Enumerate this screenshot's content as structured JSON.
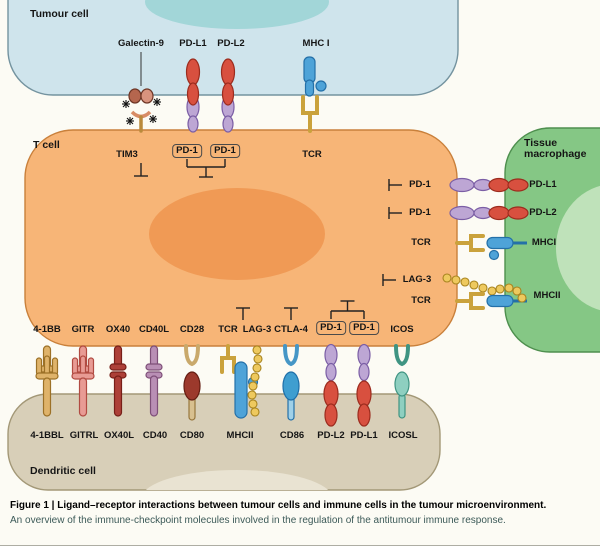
{
  "cells": {
    "tumour": "Tumour cell",
    "t_cell": "T cell",
    "macrophage": "Tissue macrophage",
    "dendritic": "Dendritic cell"
  },
  "top": {
    "ligands": [
      "Galectin-9",
      "PD-L1",
      "PD-L2",
      "MHC I"
    ],
    "receptors": [
      "TIM3",
      "PD-1",
      "PD-1",
      "TCR"
    ]
  },
  "right": {
    "t_cell_side": [
      "PD-1",
      "PD-1",
      "TCR",
      "LAG-3",
      "TCR"
    ],
    "macrophage_side": [
      "PD-L1",
      "PD-L2",
      "MHCI",
      "MHCII"
    ]
  },
  "bottom": {
    "receptors": [
      "4-1BB",
      "GITR",
      "OX40",
      "CD40L",
      "CD28",
      "TCR",
      "LAG-3",
      "CTLA-4",
      "PD-1",
      "PD-1",
      "ICOS"
    ],
    "ligands": [
      "4-1BBL",
      "GITRL",
      "OX40L",
      "CD40",
      "CD80",
      "MHCII",
      "CD86",
      "PD-L2",
      "PD-L1",
      "ICOSL"
    ]
  },
  "caption": {
    "figure_label": "Figure 1 |",
    "title": " Ligand–receptor interactions between tumour cells and immune cells in the tumour microenvironment.",
    "body": "An overview of the immune-checkpoint molecules involved in the regulation of the antitumour immune response."
  },
  "colors": {
    "tumour_cell": "#cfe4ec",
    "t_cell": "#f7b577",
    "macrophage": "#85c785",
    "dendritic_cell": "#d8cfb8",
    "pd_ligand_red": "#d8503f",
    "pd1_purple": "#bda6d4",
    "tcr_yellow": "#eec95e",
    "mhc_blue": "#4ea3d8",
    "icos_teal": "#8ecfc0"
  }
}
